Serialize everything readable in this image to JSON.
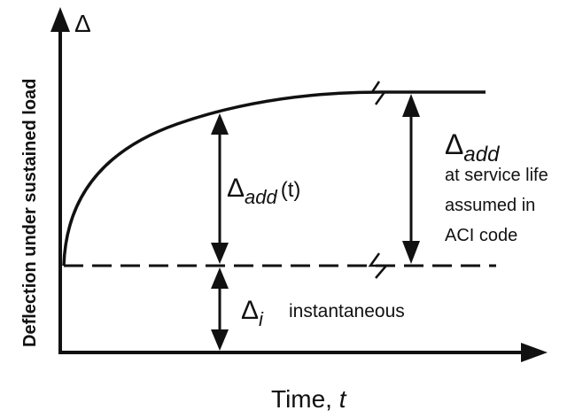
{
  "axes": {
    "y_symbol": "Δ",
    "y_label": "Deflection under sustained load",
    "x_label_prefix": "Time, ",
    "x_label_var": "t"
  },
  "labels": {
    "delta_add_t": {
      "symbol": "Δ",
      "sub": "add",
      "suffix": "(t)"
    },
    "delta_add": {
      "symbol": "Δ",
      "sub": "add"
    },
    "service_note": [
      "at service life",
      "assumed in",
      "ACI code"
    ],
    "delta_i": {
      "symbol": "Δ",
      "sub": "i"
    },
    "instantaneous": "instantaneous"
  },
  "colors": {
    "ink": "#111111",
    "background": "#ffffff"
  }
}
